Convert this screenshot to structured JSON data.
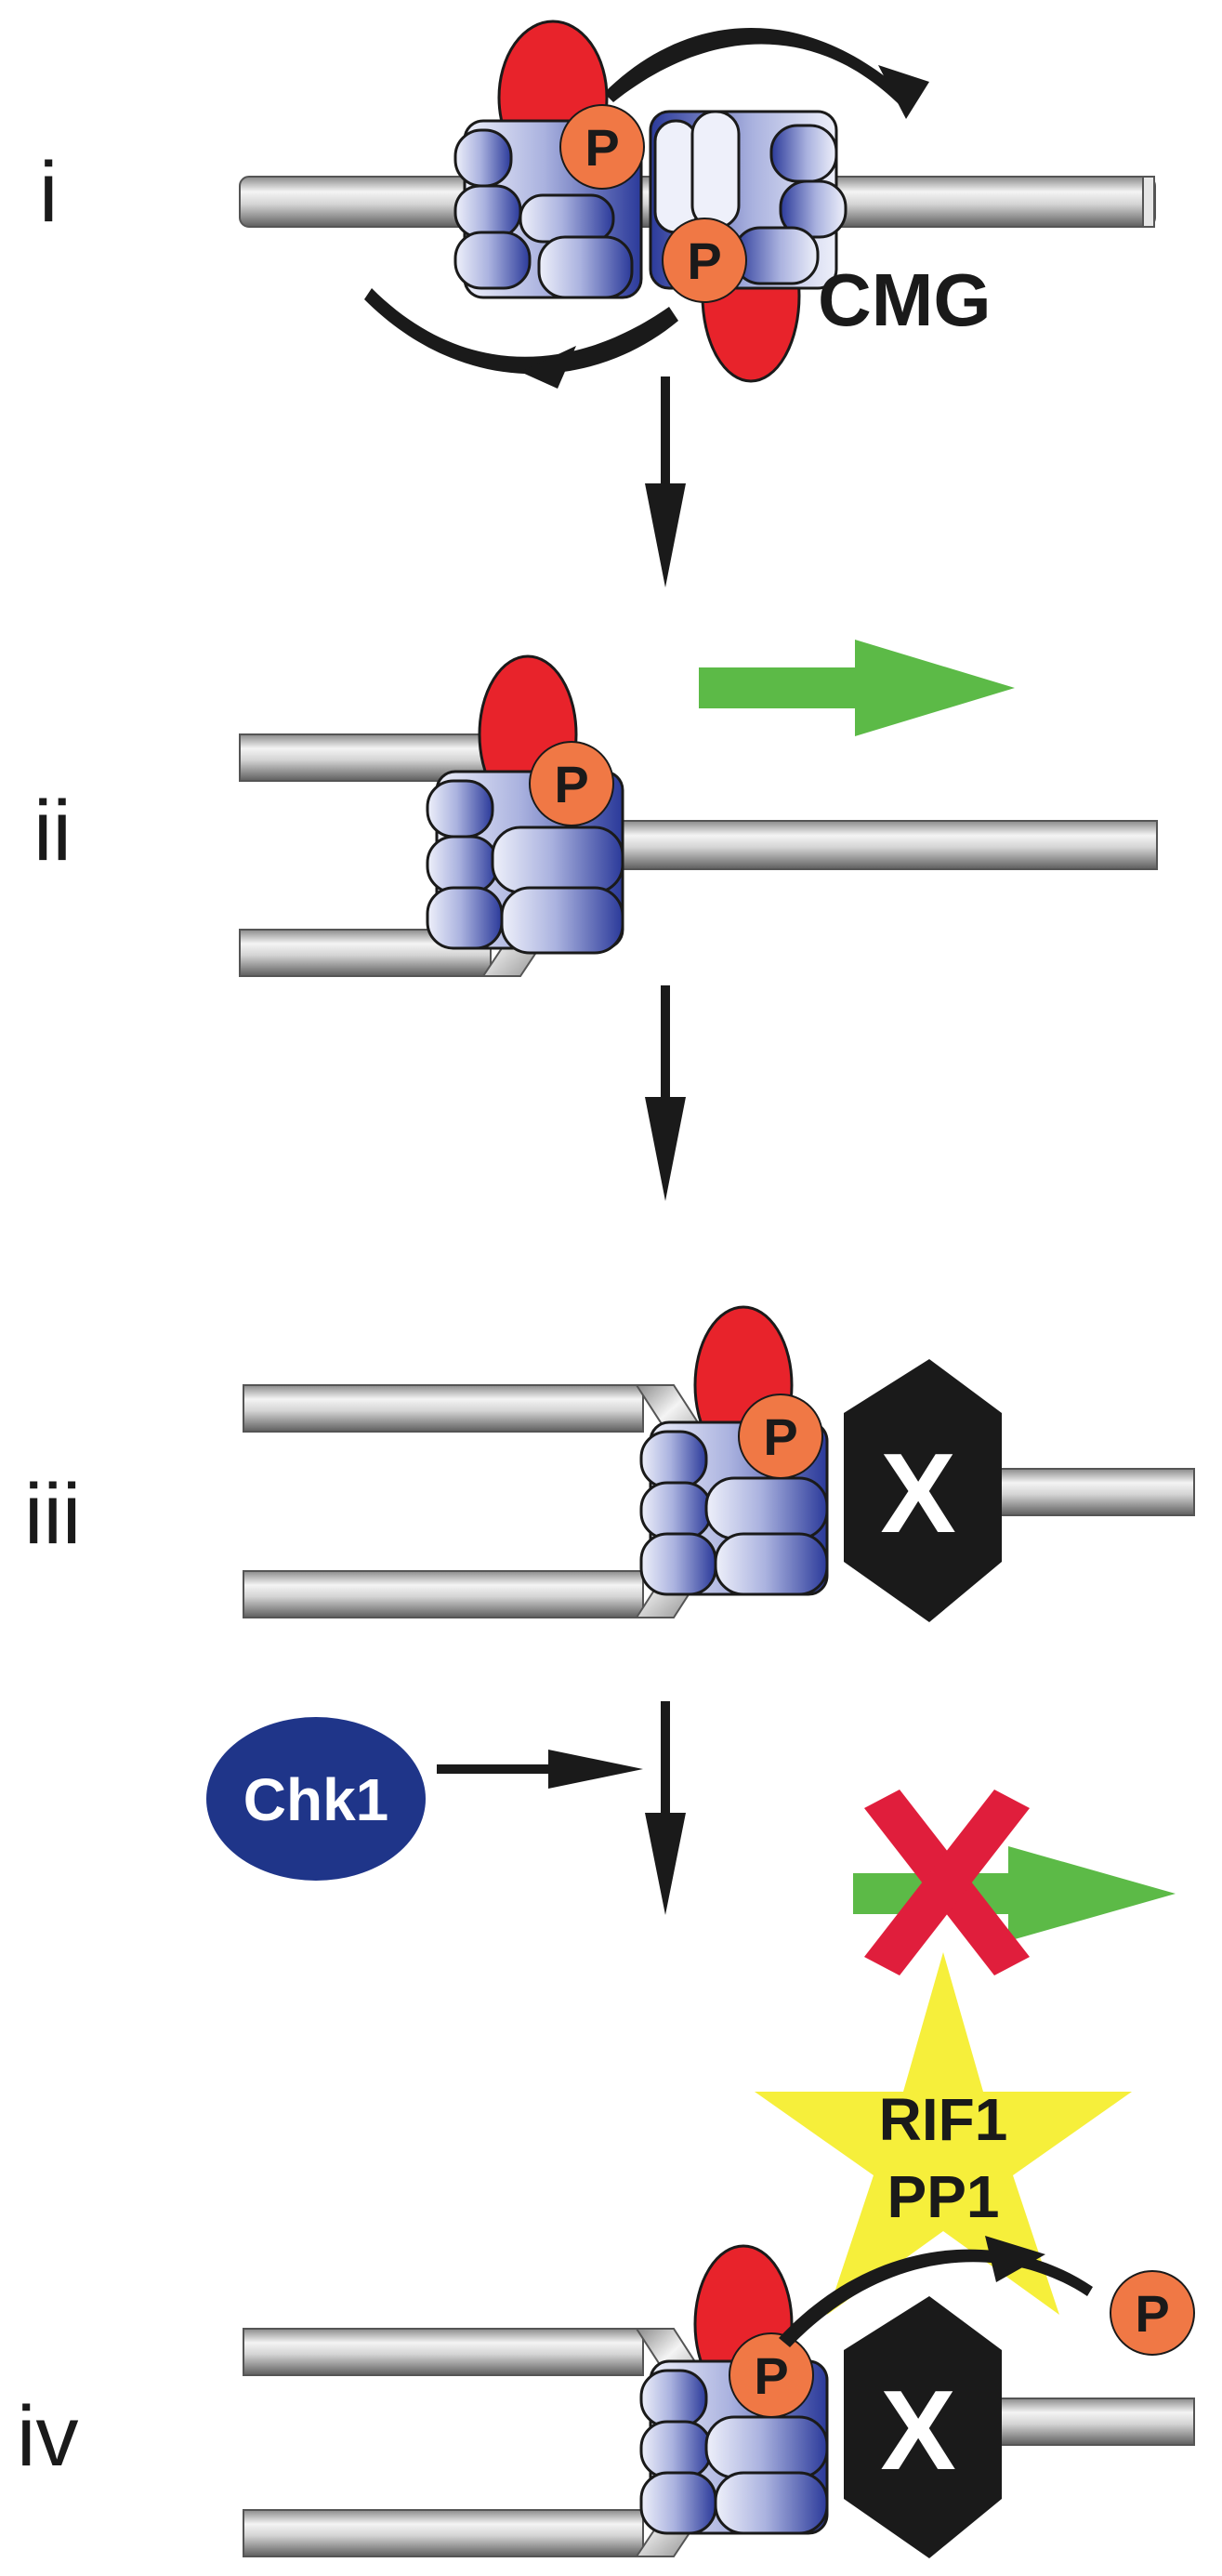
{
  "colors": {
    "dna_light": "#f2f2f2",
    "dna_dark": "#6e6e6e",
    "helicase_light": "#e4e8f6",
    "helicase_dark": "#2b3a9a",
    "cdc45_red": "#e8232b",
    "phospho_orange": "#f07845",
    "forward_green": "#5cba47",
    "block_red": "#e01e3c",
    "chk1_blue": "#1f3589",
    "star_yellow": "#f6ef3b",
    "obstacle_black": "#1a1a1a"
  },
  "steps": [
    {
      "numeral": "i"
    },
    {
      "numeral": "ii"
    },
    {
      "numeral": "iii"
    },
    {
      "numeral": "iv"
    }
  ],
  "labels": {
    "cmg": "CMG",
    "phospho": "P",
    "obstacle": "X",
    "chk1": "Chk1",
    "star_line1": "RIF1",
    "star_line2": "PP1"
  },
  "icons": [
    "helicase-complex",
    "phosphate-circle",
    "obstacle-hexagon",
    "forward-arrow",
    "block-cross",
    "star-badge"
  ]
}
